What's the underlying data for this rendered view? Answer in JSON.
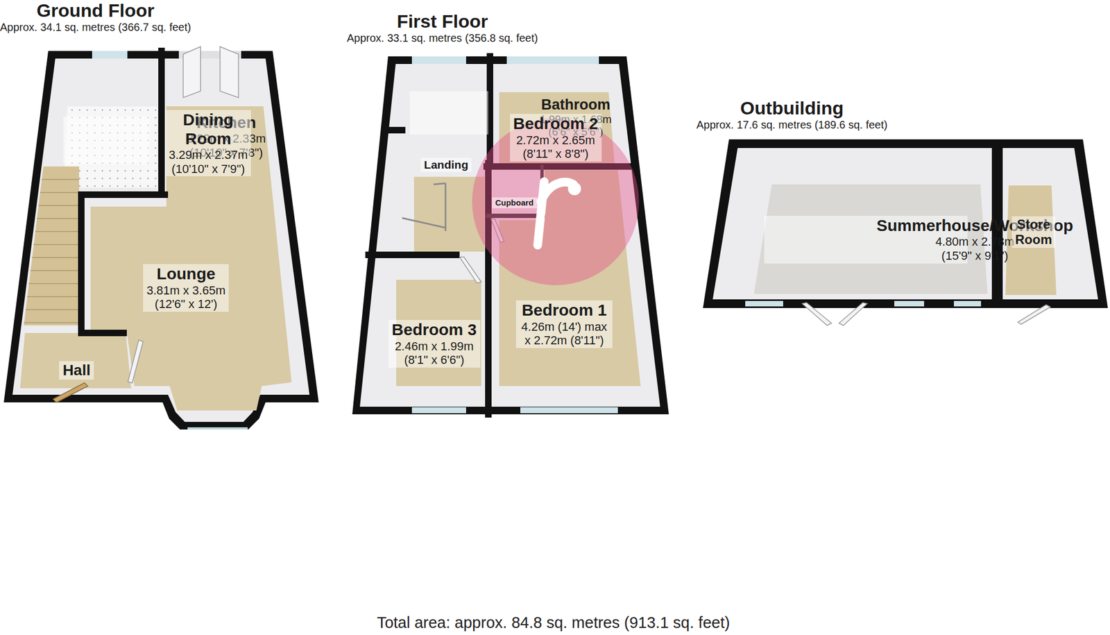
{
  "diagram": {
    "caption": "Total area: approx. 84.8 sq. metres (913.1 sq. feet)",
    "nodes": [
      {
        "text": [
          "Ground Floor",
          "Approx. 34.1 sq. metres (366.7 sq. feet)"
        ]
      },
      {
        "text": [
          "Kitchen",
          "3.29m x 2.33m",
          "(10'10\" x 7'8\")"
        ],
        "in": 0
      },
      {
        "text": [
          "Dining Room",
          "3.29m x 2.37m",
          "(10'10\" x 7'9\")"
        ],
        "in": 0
      },
      {
        "text": [
          "Lounge",
          "3.81m x 3.65m",
          "(12'6\" x 12')"
        ],
        "in": 0
      },
      {
        "text": [
          "Hall"
        ],
        "in": 0
      },
      {
        "text": [
          "First Floor",
          "Approx. 33.1 sq. metres (356.8 sq. feet)"
        ]
      },
      {
        "text": [
          "Bathroom",
          "1.99m x 1.68m",
          "(6'6\" x 5'6\")"
        ],
        "in": 5
      },
      {
        "text": [
          "Bedroom 2",
          "2.72m x 2.65m",
          "(8'11\" x 8'8\")"
        ],
        "in": 5
      },
      {
        "text": [
          "Landing"
        ],
        "in": 5
      },
      {
        "text": [
          "Cupboard"
        ],
        "in": 5
      },
      {
        "text": [
          "Bedroom 3",
          "2.46m x 1.99m",
          "(8'1\" x 6'6\")"
        ],
        "in": 5
      },
      {
        "text": [
          "Bedroom 1",
          "4.26m (14') max x 2.72m (8'11\")"
        ],
        "in": 5
      },
      {
        "text": [
          "Outbuilding",
          "Approx. 17.6 sq. metres (189.6 sq. feet)"
        ]
      },
      {
        "text": [
          "Summerhouse/Workshop",
          "4.80m x 2.78m",
          "(15'9\" x 9'1\")"
        ],
        "in": 12
      },
      {
        "text": [
          "Store Room"
        ],
        "in": 12
      }
    ]
  }
}
